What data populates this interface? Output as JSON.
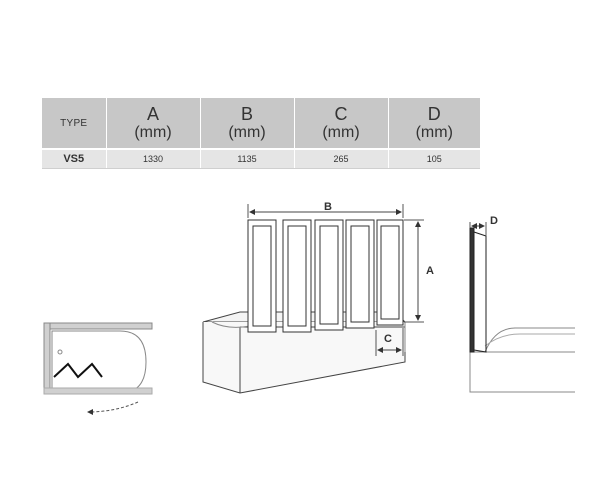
{
  "table": {
    "headers": [
      {
        "letter": "TYPE",
        "unit": ""
      },
      {
        "letter": "A",
        "unit": "(mm)"
      },
      {
        "letter": "B",
        "unit": "(mm)"
      },
      {
        "letter": "C",
        "unit": "(mm)"
      },
      {
        "letter": "D",
        "unit": "(mm)"
      }
    ],
    "rows": [
      {
        "model": "VS5",
        "a": "1330",
        "b": "1135",
        "c": "265",
        "d": "105"
      }
    ]
  },
  "labels": {
    "a": "A",
    "b": "B",
    "c": "C",
    "d": "D"
  },
  "colors": {
    "header_bg": "#c7c7c7",
    "row_bg": "#e5e5e5",
    "line": "#333333"
  }
}
